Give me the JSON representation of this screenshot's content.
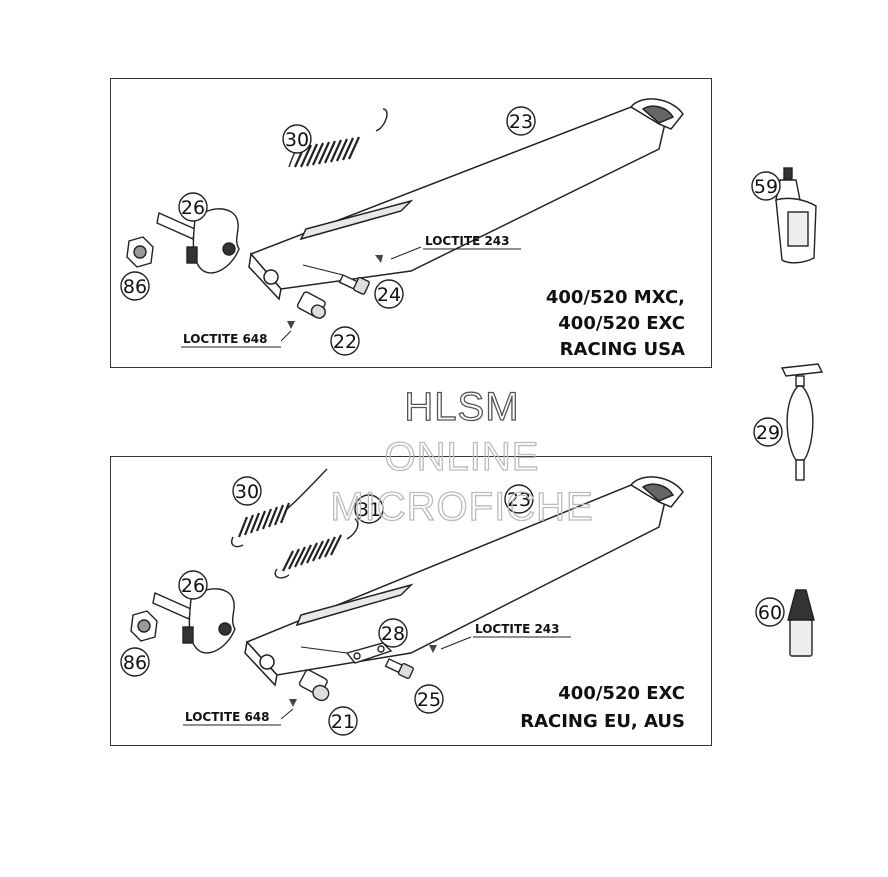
{
  "top_panel": {
    "callouts": [
      "23",
      "30",
      "26",
      "86",
      "24",
      "22"
    ],
    "loctite_upper": "LOCTITE 243",
    "loctite_lower": "LOCTITE 648",
    "model_lines": [
      "400/520 MXC,",
      "400/520 EXC",
      "RACING USA"
    ]
  },
  "bottom_panel": {
    "callouts": [
      "30",
      "31",
      "23",
      "26",
      "28",
      "86",
      "25",
      "21"
    ],
    "loctite_upper": "LOCTITE 243",
    "loctite_lower": "LOCTITE 648",
    "model_lines": [
      "400/520 EXC",
      "RACING EU, AUS"
    ]
  },
  "accessories": {
    "callouts": [
      "59",
      "29",
      "60"
    ]
  },
  "watermark": {
    "lines": [
      "HLSM",
      "ONLINE",
      "MICROFICHE"
    ]
  }
}
